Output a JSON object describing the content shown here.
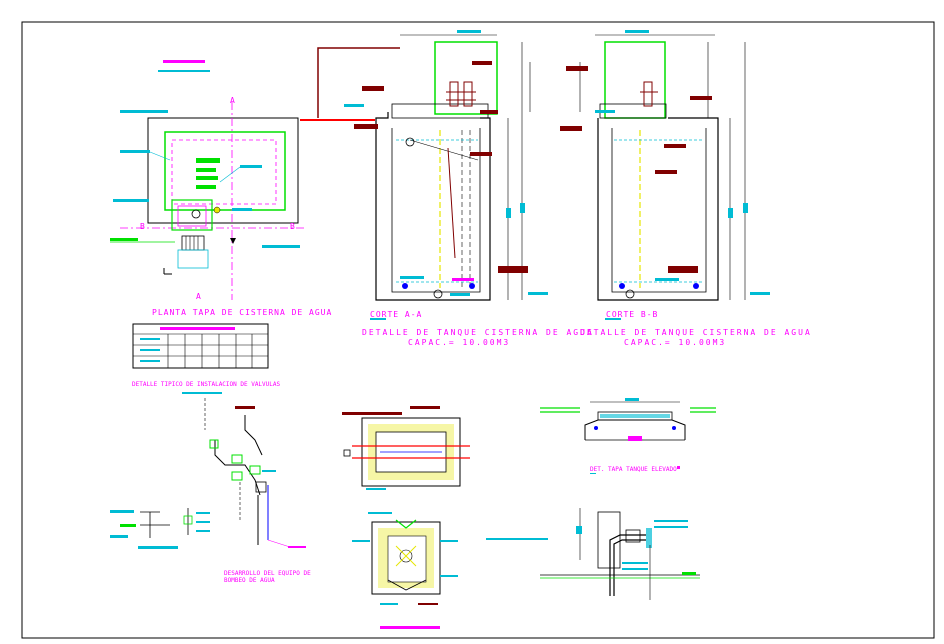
{
  "labels": {
    "plan_title": "PLANTA TAPA DE CISTERNA DE AGUA",
    "section_aa": "CORTE A-A",
    "section_bb": "CORTE B-B",
    "detail_aa": "DETALLE DE TANQUE CISTERNA DE AGUA",
    "capacity_aa": "CAPAC.= 10.00M3",
    "detail_bb": "DETALLE DE TANQUE CISTERNA DE AGUA",
    "capacity_bb": "CAPAC.= 10.00M3",
    "cut_a": "A",
    "cut_b": "B",
    "valves_title": "DETALLE TIPICO DE INSTALACION DE VALVULAS",
    "pump_title": "DESARROLLO DEL EQUIPO DE BOMBEO DE AGUA",
    "lid_title": "DET. TAPA TANQUE ELEVADO"
  },
  "colors": {
    "magenta": "#ff00ff",
    "cyan": "#00bcd4",
    "green": "#00e000",
    "red": "#ff0000",
    "yellow": "#e6e600",
    "maroon": "#800000",
    "black": "#000000",
    "blue": "#0000ff"
  }
}
